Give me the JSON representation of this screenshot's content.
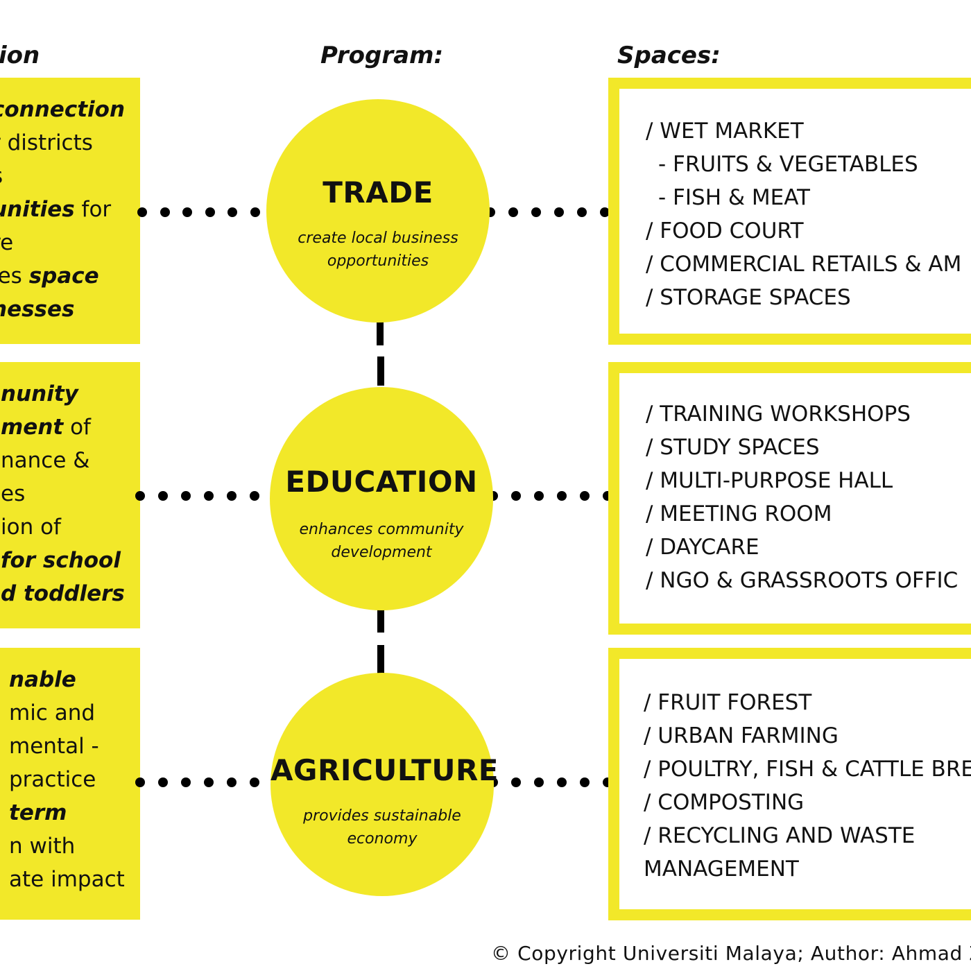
{
  "headings": {
    "impact": "ion",
    "program": "Program:",
    "spaces": "Spaces:"
  },
  "colors": {
    "accent": "#f2e829",
    "text": "#111111",
    "connector": "#000000"
  },
  "rows": [
    {
      "impact_lines": [
        [
          {
            "t": "connection",
            "em": true
          }
        ],
        [
          {
            "t": "r districts",
            "em": false
          }
        ],
        [
          {
            "t": "s",
            "em": false
          }
        ],
        [
          {
            "t": "unities",
            "em": true
          },
          {
            "t": " for",
            "em": false
          }
        ],
        [
          {
            "t": "re",
            "em": false
          }
        ],
        [
          {
            "t": "les ",
            "em": false
          },
          {
            "t": "space",
            "em": true
          }
        ],
        [
          {
            "t": "nesses",
            "em": true
          }
        ]
      ],
      "program": {
        "title": "TRADE",
        "description": "create local business opportunities"
      },
      "spaces": [
        {
          "text": "/ WET MARKET",
          "sub": false
        },
        {
          "text": "- FRUITS & VEGETABLES",
          "sub": true
        },
        {
          "text": "- FISH & MEAT",
          "sub": true
        },
        {
          "text": "/ FOOD COURT",
          "sub": false
        },
        {
          "text": "/ COMMERCIAL RETAILS & AM",
          "sub": false
        },
        {
          "text": "/ STORAGE SPACES",
          "sub": false
        }
      ]
    },
    {
      "impact_lines": [
        [
          {
            "t": "nunity",
            "em": true
          }
        ],
        [
          {
            "t": "ment",
            "em": true
          },
          {
            "t": " of",
            "em": false
          }
        ],
        [
          {
            "t": "nance &",
            "em": false
          }
        ],
        [
          {
            "t": "es",
            "em": false
          }
        ],
        [
          {
            "t": "ion of",
            "em": false
          }
        ],
        [
          {
            "t": " for school",
            "em": true
          }
        ],
        [
          {
            "t": "d toddlers",
            "em": true
          }
        ]
      ],
      "program": {
        "title": "EDUCATION",
        "description": "enhances community development"
      },
      "spaces": [
        {
          "text": "/ TRAINING WORKSHOPS",
          "sub": false
        },
        {
          "text": "/ STUDY SPACES",
          "sub": false
        },
        {
          "text": "/ MULTI-PURPOSE HALL",
          "sub": false
        },
        {
          "text": "/ MEETING ROOM",
          "sub": false
        },
        {
          "text": "/ DAYCARE",
          "sub": false
        },
        {
          "text": "/ NGO & GRASSROOTS OFFIC",
          "sub": false
        }
      ]
    },
    {
      "impact_lines": [
        [
          {
            "t": "nable",
            "em": true
          }
        ],
        [
          {
            "t": "mic and",
            "em": false
          }
        ],
        [
          {
            "t": "mental -",
            "em": false
          }
        ],
        [
          {
            "t": " practice",
            "em": false
          }
        ],
        [
          {
            "t": "term",
            "em": true
          }
        ],
        [
          {
            "t": "n with",
            "em": false
          }
        ],
        [
          {
            "t": "ate impact",
            "em": false
          }
        ]
      ],
      "program": {
        "title": "AGRICULTURE",
        "description": "provides sustainable economy"
      },
      "spaces": [
        {
          "text": "/ FRUIT FOREST",
          "sub": false
        },
        {
          "text": "/ URBAN FARMING",
          "sub": false
        },
        {
          "text": "/ POULTRY, FISH & CATTLE BRE",
          "sub": false
        },
        {
          "text": "/ COMPOSTING",
          "sub": false
        },
        {
          "text": "/ RECYCLING AND WASTE",
          "sub": false
        },
        {
          "text": "MANAGEMENT",
          "sub": false
        }
      ]
    }
  ],
  "footer": {
    "copyright": "© Copyright Universiti Malaya; Author: Ahmad Zal"
  }
}
